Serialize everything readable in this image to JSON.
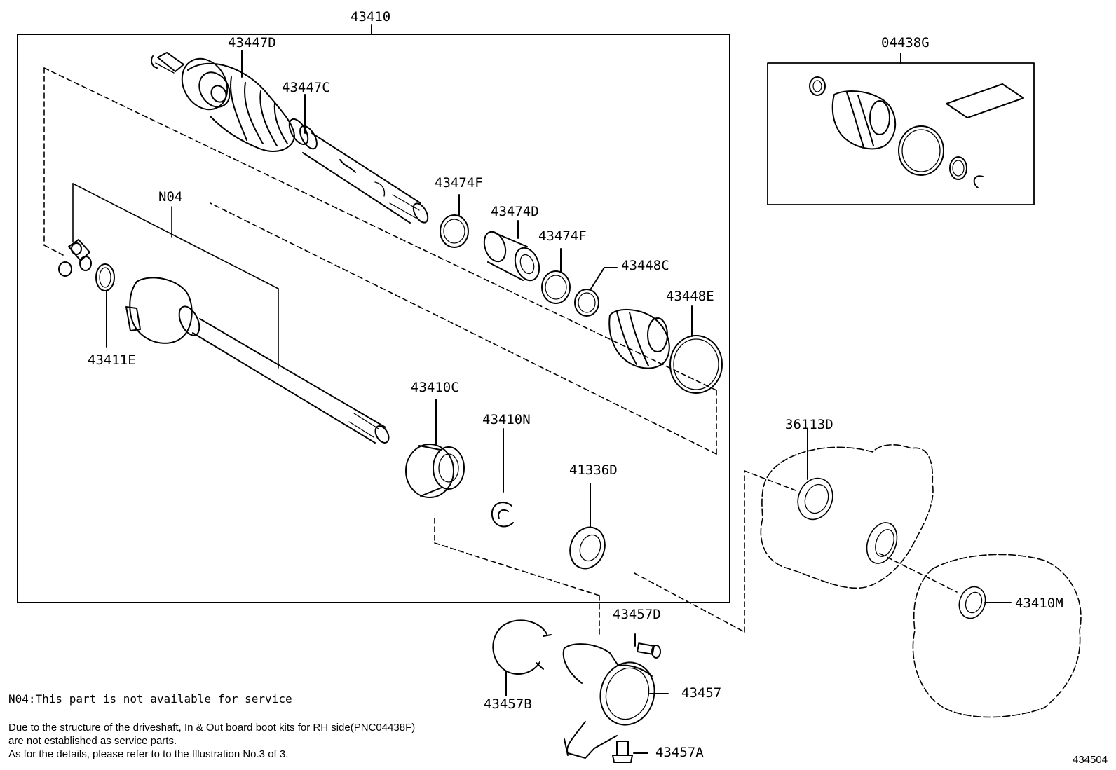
{
  "labels": {
    "assembly": "43410",
    "outer_joint": "43447D",
    "outer_clamp": "43447C",
    "boot_kit": "04438G",
    "inner_shaft_note_code": "N04",
    "clamp_small_1": "43474F",
    "damper": "43474D",
    "clamp_small_2": "43474F",
    "clamp_43448c": "43448C",
    "clamp_43448e": "43448E",
    "snap_ring": "43411E",
    "bearing": "43410C",
    "hole_snap_ring": "43410N",
    "oil_seal": "41336D",
    "seal_36113d": "36113D",
    "seal_43410m": "43410M",
    "bolt_43457d": "43457D",
    "snap_ring_43457b": "43457B",
    "bracket": "43457",
    "bolt_43457a": "43457A"
  },
  "notes": {
    "n04": "N04:This part is not available for service",
    "line1": "Due to the structure of the driveshaft, In & Out board  boot kits for RH side(PNC04438F)",
    "line2": "are not established as service parts.",
    "line3": "As for the details, please refer to to the Illustration No.3 of 3."
  },
  "figure_number": "434504"
}
